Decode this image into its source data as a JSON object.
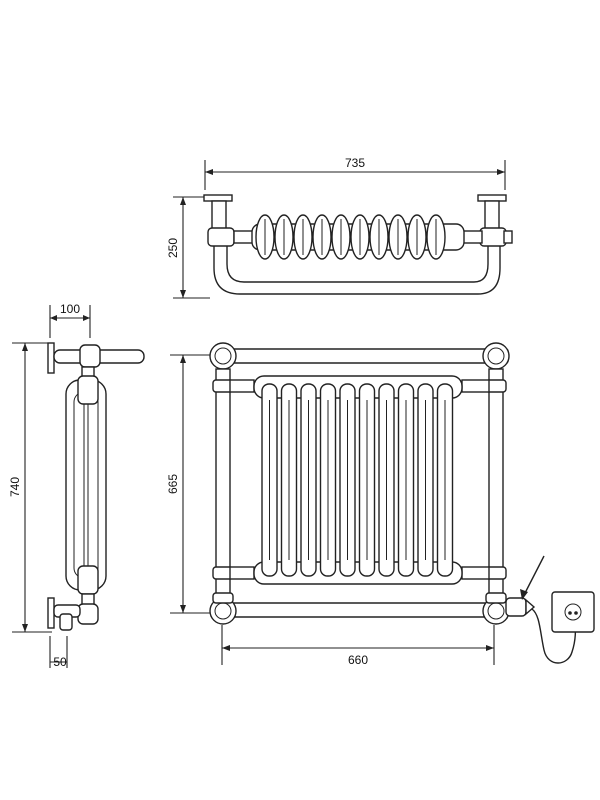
{
  "dimensions": {
    "top_width": "735",
    "top_depth": "250",
    "side_depth": "100",
    "side_height": "740",
    "side_wall_offset": "50",
    "front_height": "665",
    "front_pipe_centres": "660"
  },
  "icons": [
    "radiator-top-view",
    "radiator-side-view",
    "radiator-front-view",
    "wall-socket-icon",
    "power-cable",
    "arrow-icon"
  ]
}
